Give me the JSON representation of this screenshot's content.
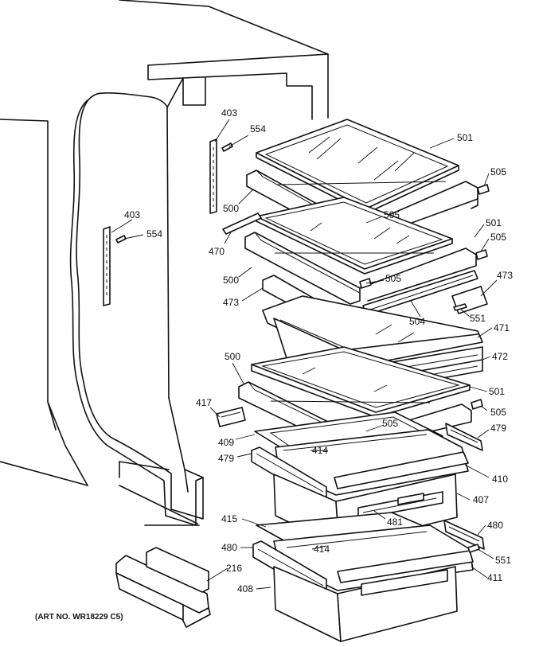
{
  "diagram": {
    "art_number": "(ART NO. WR18229 C5)",
    "labels": {
      "l403a": "403",
      "l554a": "554",
      "l403b": "403",
      "l554b": "554",
      "l501a": "501",
      "l505a": "505",
      "l500a": "500",
      "l505b": "505",
      "l470": "470",
      "l501b": "501",
      "l505c": "505",
      "l500b": "500",
      "l505d": "505",
      "l473a": "473",
      "l473b": "473",
      "l504": "504",
      "l551a": "551",
      "l471": "471",
      "l472": "472",
      "l500c": "500",
      "l501c": "501",
      "l417": "417",
      "l505e": "505",
      "l505f": "505",
      "l479a": "479",
      "l409": "409",
      "l414a": "414",
      "l479b": "479",
      "l410": "410",
      "l407": "407",
      "l415": "415",
      "l481": "481",
      "l480a": "480",
      "l480b": "480",
      "l414b": "414",
      "l551b": "551",
      "l216": "216",
      "l408": "408",
      "l411": "411"
    }
  }
}
